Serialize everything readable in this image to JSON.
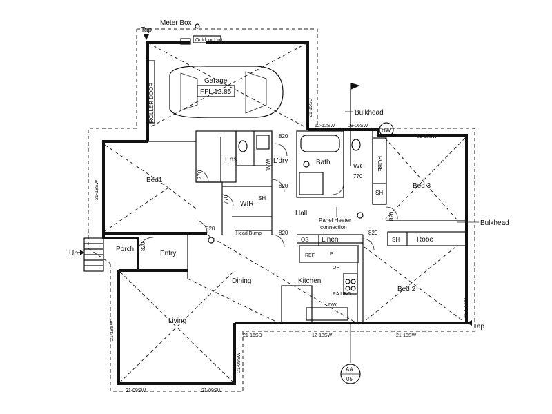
{
  "rooms": {
    "garage": "Garage",
    "garage_ffl": "FFL 12.85",
    "roller_door": "ROLLER DOOR",
    "bed1": "Bed1",
    "ens": "Ens.",
    "wm": "W.M.",
    "ldry": "L'dry",
    "bath": "Bath",
    "wc": "WC",
    "robe_vertical": "ROBE",
    "bed3": "Bed 3",
    "sh_ens": "SH",
    "sh_bed3": "SH",
    "sh_bed2": "SH",
    "robe_bed2": "Robe",
    "wir": "WIR",
    "hall": "Hall",
    "linen": "Linen",
    "os": "OS",
    "porch": "Porch",
    "up": "Up",
    "entry": "Entry",
    "dining": "Dining",
    "kitchen": "Kitchen",
    "bed2": "Bed 2",
    "living": "Living"
  },
  "annotations": {
    "meter_box": "Meter Box",
    "tap_top": "Tap",
    "outdoor_unit": "Outdoor Unit",
    "bulkhead_top": "Bulkhead",
    "bulkhead_right": "Bulkhead",
    "hw": "HW",
    "panel_heater_1": "Panel Heater",
    "panel_heater_2": "connection",
    "tap_right": "Tap",
    "section_code": "AA",
    "section_sheet": "05",
    "head_bump": "Head Bump",
    "dw": "DW",
    "ra_uro": "RA UBO",
    "ref": "REF",
    "p": "P",
    "oh": "OH"
  },
  "dimensions": {
    "d820_ldry": "820",
    "d770_ens": "770",
    "d770_wir": "770",
    "d820_ldry_lower": "820",
    "d770_wc": "770",
    "d820_bed1": "820",
    "d820_hall": "820",
    "d820_bed2": "820",
    "d820_bed3": "820",
    "d820_porch": "820",
    "w_21_15sd": "21-15SD",
    "w_12_12sw": "12-12SW",
    "w_09_06sw": "09-06SW",
    "w_21_18sw_top": "21-18SW",
    "w_21_18sw_left": "21-18SW",
    "w_21_18sw_living": "21-18SW",
    "w_06_18sw": "06-18SW",
    "w_21_16sd": "21-16SD",
    "w_12_18sw": "12-18SW",
    "w_21_18sw_bottom": "21-18SW",
    "w_21_09sw_right": "21-09SW",
    "w_21_09sw_bl": "21-09SW",
    "w_21_09sw_br": "21-09SW"
  }
}
